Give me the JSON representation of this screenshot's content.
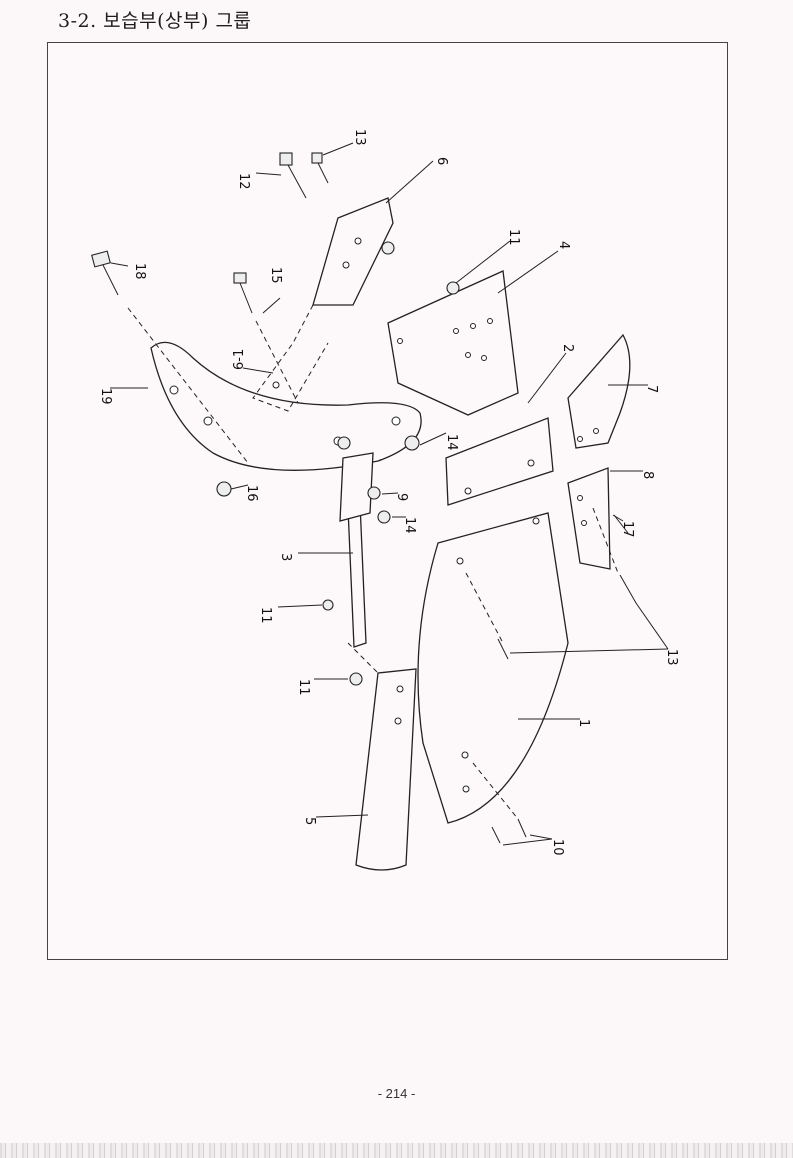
{
  "header": {
    "title": "3-2. 보습부(상부) 그룹"
  },
  "figure": {
    "callouts": [
      "1",
      "2",
      "3",
      "4",
      "5",
      "6",
      "6-1",
      "7",
      "8",
      "9",
      "10",
      "11",
      "11",
      "11",
      "12",
      "13",
      "13",
      "14",
      "14",
      "15",
      "16",
      "17",
      "18",
      "19"
    ]
  },
  "footer": {
    "page": "- 214 -"
  }
}
